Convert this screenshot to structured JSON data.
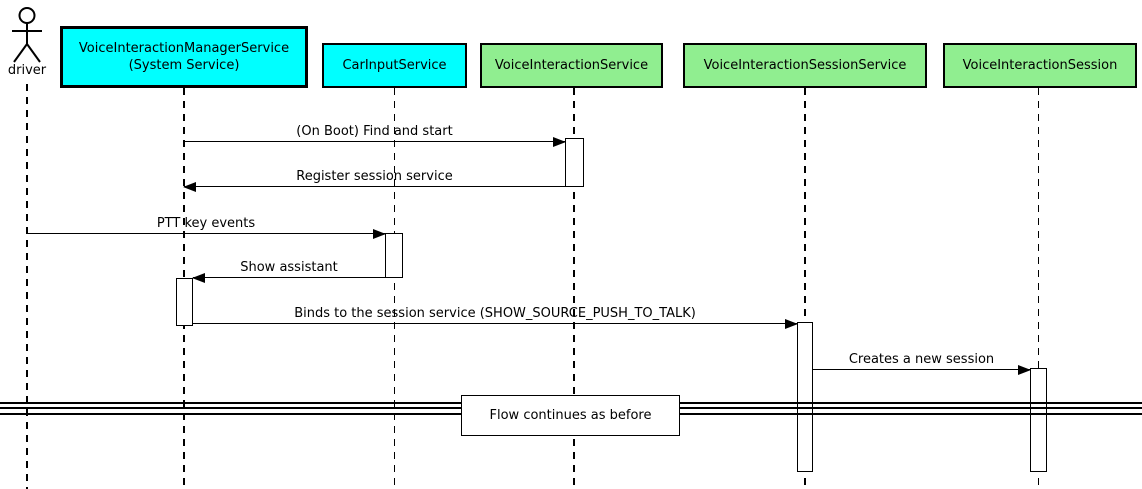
{
  "diagram_type": "uml-sequence",
  "actor": {
    "label": "driver"
  },
  "participants": [
    {
      "line1": "VoiceInteractionManagerService",
      "line2": "(System Service)",
      "fill": "#00FFFF"
    },
    {
      "line1": "CarInputService",
      "fill": "#00FFFF"
    },
    {
      "line1": "VoiceInteractionService",
      "fill": "#90EE90"
    },
    {
      "line1": "VoiceInteractionSessionService",
      "fill": "#90EE90"
    },
    {
      "line1": "VoiceInteractionSession",
      "fill": "#90EE90"
    }
  ],
  "messages": [
    {
      "label": "(On Boot) Find and start",
      "from": "VoiceInteractionManagerService",
      "to": "VoiceInteractionService",
      "direction": "right"
    },
    {
      "label": "Register session service",
      "from": "VoiceInteractionService",
      "to": "VoiceInteractionManagerService",
      "direction": "left"
    },
    {
      "label": "PTT key events",
      "from": "driver",
      "to": "CarInputService",
      "direction": "right"
    },
    {
      "label": "Show assistant",
      "from": "CarInputService",
      "to": "VoiceInteractionManagerService",
      "direction": "left"
    },
    {
      "label": "Binds to the session service (SHOW_SOURCE_PUSH_TO_TALK)",
      "from": "VoiceInteractionManagerService",
      "to": "VoiceInteractionSessionService",
      "direction": "right"
    },
    {
      "label": "Creates a new session",
      "from": "VoiceInteractionSessionService",
      "to": "VoiceInteractionSession",
      "direction": "right"
    }
  ],
  "divider": {
    "label": "Flow continues as before"
  },
  "colors": {
    "cyan_participant": "#00FFFF",
    "green_participant": "#90EE90",
    "line": "#000000",
    "background": "#FFFFFF"
  }
}
